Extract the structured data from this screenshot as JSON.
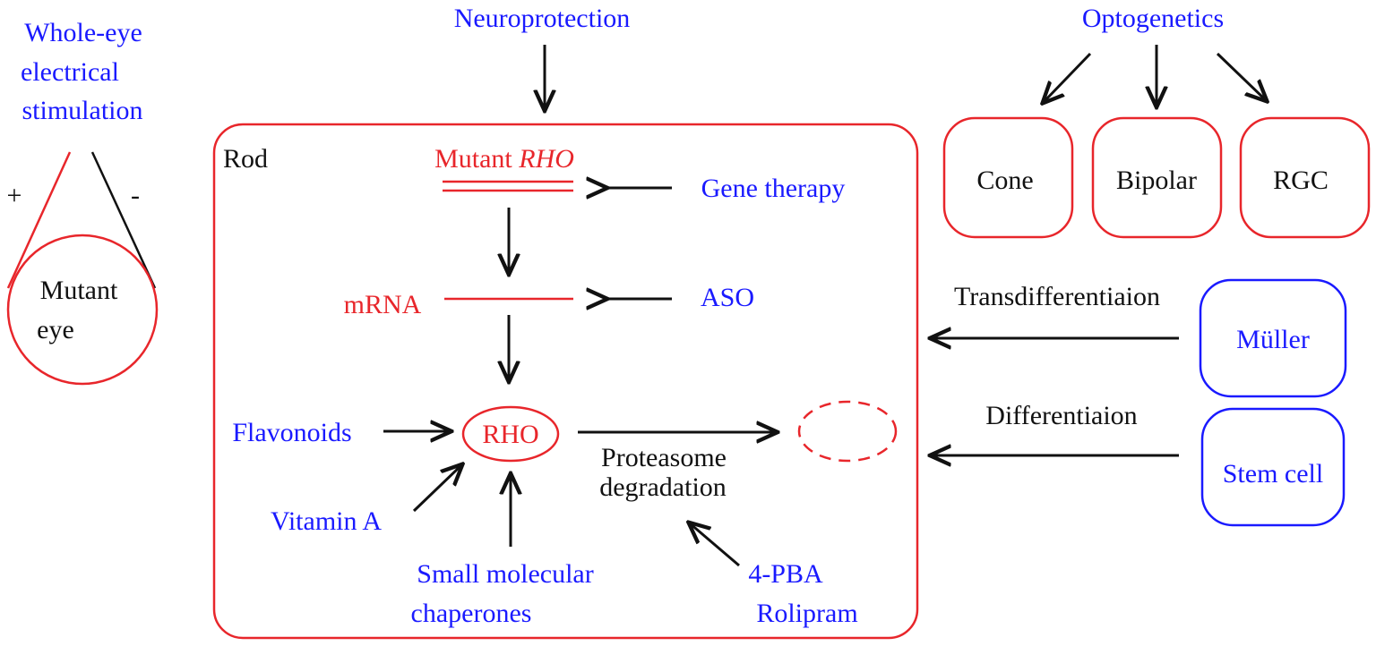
{
  "left": {
    "title_lines": [
      "Whole-eye",
      "electrical",
      "stimulation"
    ],
    "plus": "+",
    "minus": "-",
    "eye_lines": [
      "Mutant",
      "eye"
    ]
  },
  "top": {
    "neuroprotection": "Neuroprotection",
    "optogenetics": "Optogenetics"
  },
  "rod": {
    "label": "Rod",
    "mutant_prefix": "Mutant ",
    "mutant_gene": "RHO",
    "mrna": "mRNA",
    "rho": "RHO",
    "proteasome_lines": [
      "Proteasome",
      "degradation"
    ]
  },
  "therapies": {
    "gene_therapy": "Gene therapy",
    "aso": "ASO",
    "flavonoids": "Flavonoids",
    "vitamin_a": "Vitamin A",
    "chaperones_lines": [
      "Small molecular",
      "chaperones"
    ],
    "drugs_lines": [
      "4-PBA",
      "Rolipram"
    ]
  },
  "cells": {
    "cone": "Cone",
    "bipolar": "Bipolar",
    "rgc": "RGC",
    "muller": "Müller",
    "stem_cell": "Stem cell"
  },
  "routes": {
    "transdifferentiation": "Transdifferentiaion",
    "differentiation": "Differentiaion"
  },
  "colors": {
    "therapy_blue": "#1a1aff",
    "target_red": "#e8262b",
    "arrow_black": "#111111"
  }
}
